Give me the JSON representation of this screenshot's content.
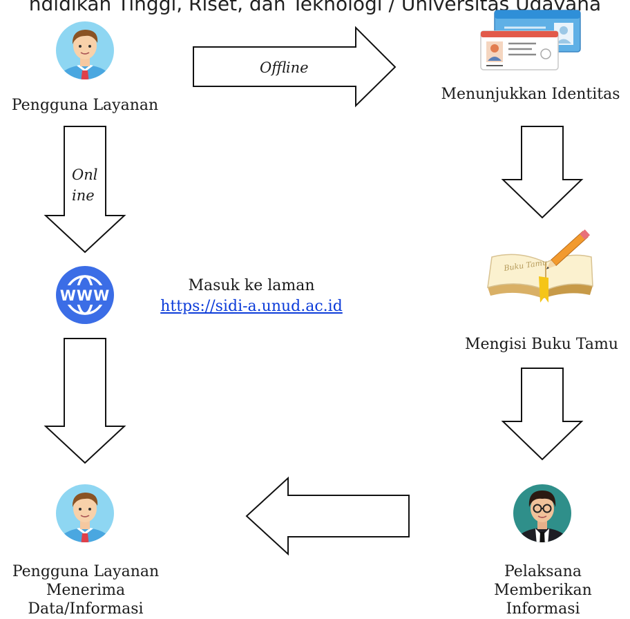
{
  "header": {
    "text": "ndidikan Tinggi, Riset, dan Teknologi / Universitas Udayana"
  },
  "nodes": {
    "user": {
      "label": "Pengguna Layanan"
    },
    "identity": {
      "label": "Menunjukkan Identitas"
    },
    "guestbook": {
      "label": "Mengisi Buku Tamu"
    },
    "officer": {
      "line1": "Pelaksana",
      "line2": "Memberikan",
      "line3": "Informasi"
    },
    "receive": {
      "line1": "Pengguna Layanan",
      "line2": "Menerima",
      "line3": "Data/Informasi"
    }
  },
  "arrows": {
    "offline": {
      "label": "Offline"
    },
    "online": {
      "line1": "Onl",
      "line2": "ine"
    }
  },
  "website": {
    "intro": "Masuk ke laman",
    "url": "https://sidi-a.unud.ac.id"
  },
  "icons": {
    "user": "user-avatar-icon",
    "id_card": "id-card-icon",
    "www": "www-globe-icon",
    "guestbook": "guestbook-icon",
    "officer": "officer-avatar-icon"
  },
  "colors": {
    "link": "#0b3bd9",
    "globe": "#3b6de6",
    "avatar_bg": "#8ed6f2"
  }
}
